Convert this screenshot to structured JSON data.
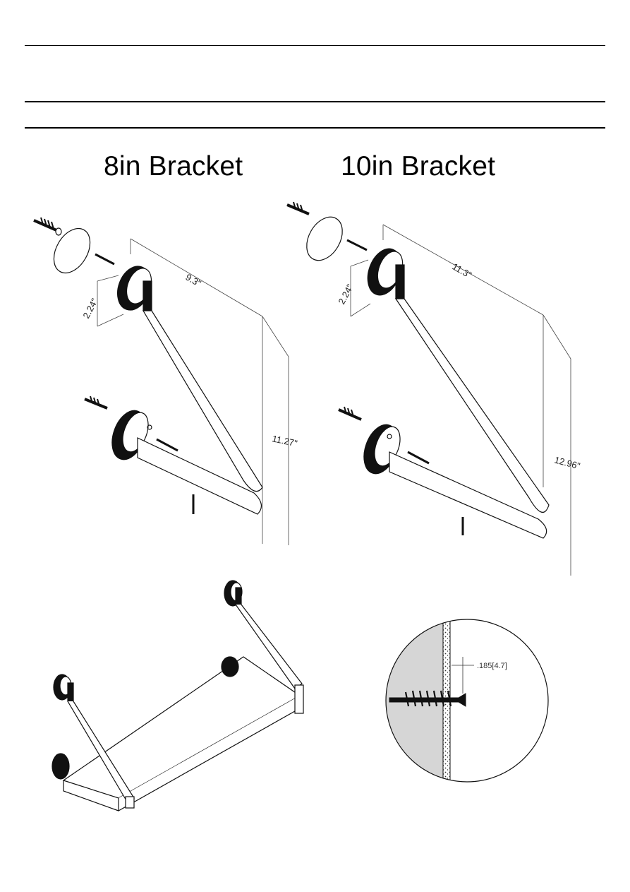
{
  "headings": {
    "left": "8in Bracket",
    "right": "10in Bracket"
  },
  "bracket_8in": {
    "length_dim": "9.3\"",
    "height_dim": "11.27\"",
    "flange_dim": "2.24\""
  },
  "bracket_10in": {
    "length_dim": "11.3\"",
    "height_dim": "12.96\"",
    "flange_dim": "2.24\""
  },
  "detail": {
    "offset_label": ".185[4.7]"
  }
}
